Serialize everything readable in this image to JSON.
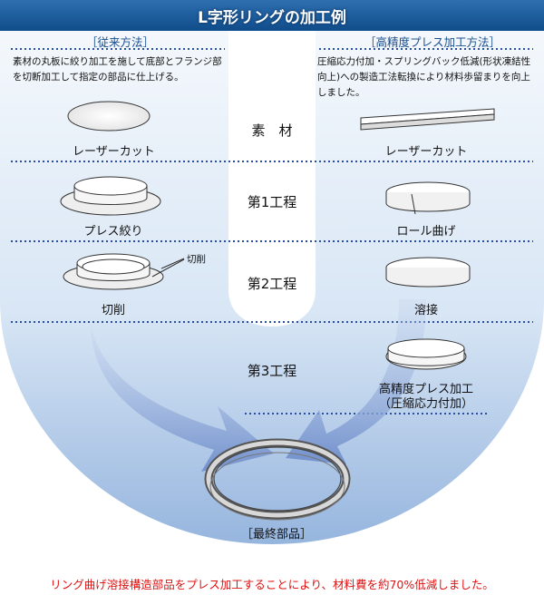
{
  "title": "L字形リングの加工例",
  "left": {
    "heading": "［従来方法］",
    "description": "素材の丸板に絞り加工を施して底部とフランジ部を切断加工して指定の部品に仕上げる。",
    "labels": {
      "material": "レーザーカット",
      "step1": "プレス絞り",
      "step2": "切削",
      "cut_note": "切削"
    }
  },
  "right": {
    "heading": "［高精度プレス加工方法］",
    "description": "圧縮応力付加・スプリングバック低減(形状凍結性向上)への製造工法転換により材料歩留まりを向上しました。",
    "labels": {
      "material": "レーザーカット",
      "step1": "ロール曲げ",
      "step2": "溶接",
      "step3_line1": "高精度プレス加工",
      "step3_line2": "（圧縮応力付加）"
    }
  },
  "steps": {
    "material": "素　材",
    "step1": "第1工程",
    "step2": "第2工程",
    "step3": "第3工程"
  },
  "final_part": "［最終部品］",
  "footer": "リング曲げ溶接構造部品をプレス加工することにより、材料費を約70%低減しました。",
  "colors": {
    "title_bar": "#1e5fa0",
    "background_top": "#eef4fb",
    "background_bottom": "#9fbde2",
    "arrow": "#7b97d0",
    "footer_text": "#e01010",
    "dotted_line": "#2a4fa0"
  }
}
